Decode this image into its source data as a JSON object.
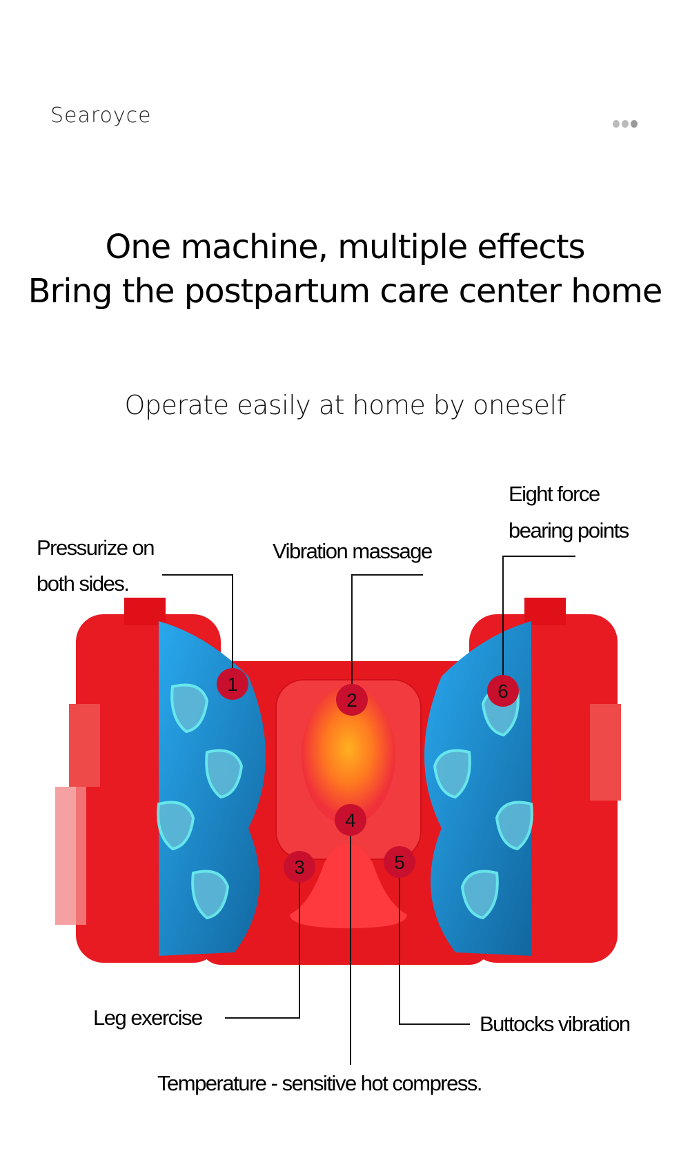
{
  "brand": "Searoyce",
  "more_icon": "ellipsis-icon",
  "heading": {
    "line1": "One machine, multiple effects",
    "line2": "Bring the postpartum care center home"
  },
  "subtitle": "Operate easily at home by oneself",
  "callouts": [
    {
      "number": "1",
      "label_lines": [
        "Pressurize on",
        "both sides."
      ]
    },
    {
      "number": "2",
      "label_lines": [
        "Vibration massage"
      ]
    },
    {
      "number": "3",
      "label_lines": [
        "Leg exercise"
      ]
    },
    {
      "number": "4",
      "label_lines": [
        "Temperature - sensitive hot compress."
      ]
    },
    {
      "number": "5",
      "label_lines": [
        "Buttocks vibration"
      ]
    },
    {
      "number": "6",
      "label_lines": [
        "Eight force",
        "bearing points"
      ]
    }
  ],
  "colors": {
    "product_red": "#e8141c",
    "pad_blue": "#1f8fd6",
    "marker_red": "#c8102e",
    "glow": "#ffa51e"
  }
}
